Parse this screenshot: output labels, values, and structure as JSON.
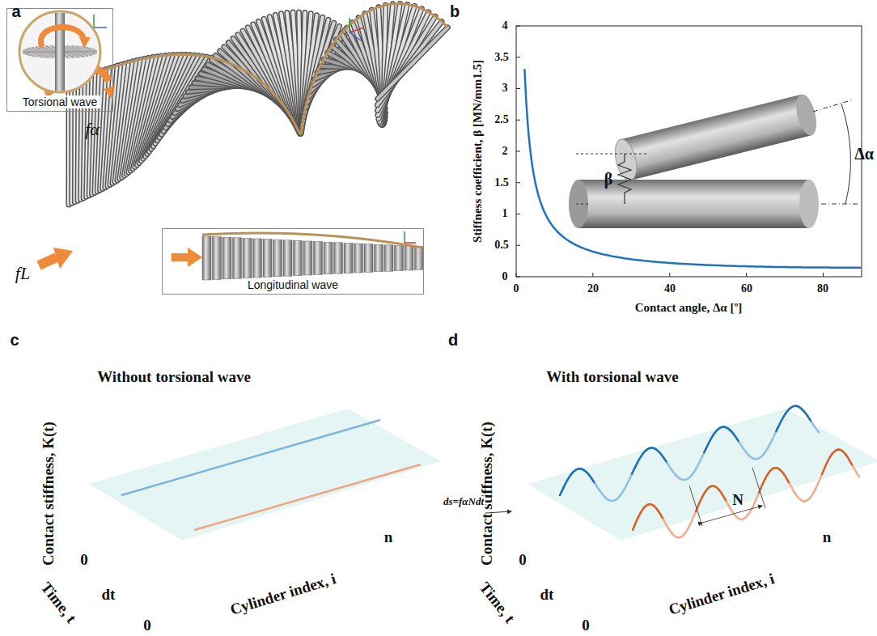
{
  "diagram": {
    "nodes": [
      {
        "text": [
          "Torsional wave"
        ]
      },
      {
        "text": [
          "Longitudinal wave"
        ]
      }
    ],
    "labels": [
      "a",
      "b",
      "c",
      "d",
      "fα",
      "fL",
      "Stiffness coefficient, β [MN/mm1.5]",
      "0",
      "0.5",
      "1",
      "1.5",
      "2",
      "2.5",
      "3",
      "3.5",
      "4",
      "0",
      "20",
      "40",
      "60",
      "80",
      "Contact angle, Δα [º]",
      "β",
      "Δα",
      "Without torsional wave",
      "Contact stiffness, K(t)",
      "0",
      "dt",
      "Time, t",
      "Cylinder index, i",
      "0",
      "n",
      "With torsional wave",
      "Contact stiffness, K(t)",
      "0",
      "dt",
      "Time, t",
      "Cylinder index, i",
      "0",
      "n",
      "ds=fαNdt",
      "N"
    ]
  }
}
